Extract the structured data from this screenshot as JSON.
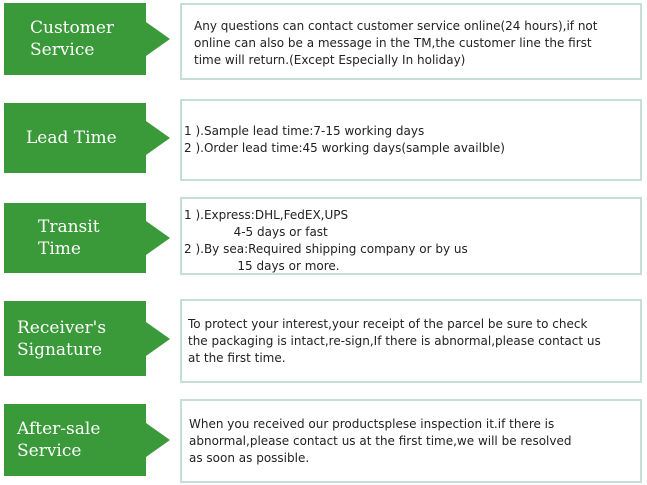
{
  "colors": {
    "accent": "#3a9a3a",
    "border": "#c7ded8"
  },
  "sections": [
    {
      "label": "Customer\nService",
      "lines": [
        "Any questions can contact customer service online(24 hours),if not",
        "online can also be a message in the TM,the customer line the first",
        "time will return.(Except Especially In holiday)"
      ]
    },
    {
      "label": "Lead Time",
      "lines": [
        "1 ).Sample lead time:7-15 working days",
        "2 ).Order lead time:45 working days(sample availble)"
      ]
    },
    {
      "label": "Transit\nTime",
      "lines": [
        "1 ).Express:DHL,FedEX,UPS",
        "             4-5 days or fast",
        "2 ).By sea:Required shipping company or by us",
        "              15 days or more."
      ]
    },
    {
      "label": "Receiver's\nSignature",
      "lines": [
        "To protect your interest,your receipt of the parcel be sure to check",
        "the packaging is intact,re-sign,If there is abnormal,please contact us",
        "at the first time."
      ]
    },
    {
      "label": "After-sale\nService",
      "lines": [
        "When you received our productsplese inspection it.if there is",
        "abnormal,please contact us at the first time,we will be resolved",
        "as soon as possible."
      ]
    }
  ]
}
